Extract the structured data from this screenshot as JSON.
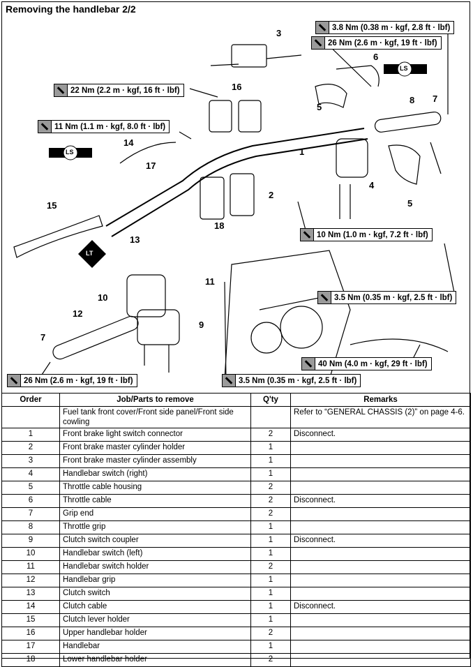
{
  "title": "Removing the handlebar 2/2",
  "torques": [
    "3.8 Nm (0.38 m · kgf, 2.8 ft · lbf)",
    "26 Nm (2.6 m · kgf, 19 ft · lbf)",
    "22 Nm (2.2 m · kgf, 16 ft · lbf)",
    "11 Nm (1.1 m · kgf, 8.0 ft · lbf)",
    "10 Nm (1.0 m · kgf, 7.2 ft · lbf)",
    "3.5 Nm (0.35 m · kgf, 2.5 ft · lbf)",
    "40 Nm (4.0 m · kgf, 29 ft · lbf)",
    "26 Nm (2.6 m · kgf, 19 ft · lbf)",
    "3.5 Nm (0.35 m · kgf, 2.5 ft · lbf)"
  ],
  "badges": {
    "ls": "LS",
    "lt": "LT"
  },
  "callouts": [
    "1",
    "2",
    "3",
    "4",
    "5",
    "5",
    "6",
    "7",
    "7",
    "8",
    "9",
    "10",
    "11",
    "12",
    "13",
    "14",
    "15",
    "16",
    "17",
    "18"
  ],
  "table": {
    "headers": [
      "Order",
      "Job/Parts to remove",
      "Q'ty",
      "Remarks"
    ],
    "rows": [
      [
        "",
        "Fuel tank front cover/Front side panel/Front side cowling",
        "",
        "Refer to “GENERAL CHASSIS (2)” on page 4-6."
      ],
      [
        "1",
        "Front brake light switch connector",
        "2",
        "Disconnect."
      ],
      [
        "2",
        "Front brake master cylinder holder",
        "1",
        ""
      ],
      [
        "3",
        "Front brake master cylinder assembly",
        "1",
        ""
      ],
      [
        "4",
        "Handlebar switch (right)",
        "1",
        ""
      ],
      [
        "5",
        "Throttle cable housing",
        "2",
        ""
      ],
      [
        "6",
        "Throttle cable",
        "2",
        "Disconnect."
      ],
      [
        "7",
        "Grip end",
        "2",
        ""
      ],
      [
        "8",
        "Throttle grip",
        "1",
        ""
      ],
      [
        "9",
        "Clutch switch coupler",
        "1",
        "Disconnect."
      ],
      [
        "10",
        "Handlebar switch (left)",
        "1",
        ""
      ],
      [
        "11",
        "Handlebar switch holder",
        "2",
        ""
      ],
      [
        "12",
        "Handlebar grip",
        "1",
        ""
      ],
      [
        "13",
        "Clutch switch",
        "1",
        ""
      ],
      [
        "14",
        "Clutch cable",
        "1",
        "Disconnect."
      ],
      [
        "15",
        "Clutch lever holder",
        "1",
        ""
      ],
      [
        "16",
        "Upper handlebar holder",
        "2",
        ""
      ],
      [
        "17",
        "Handlebar",
        "1",
        ""
      ],
      [
        "18",
        "Lower handlebar holder",
        "2",
        ""
      ]
    ]
  }
}
